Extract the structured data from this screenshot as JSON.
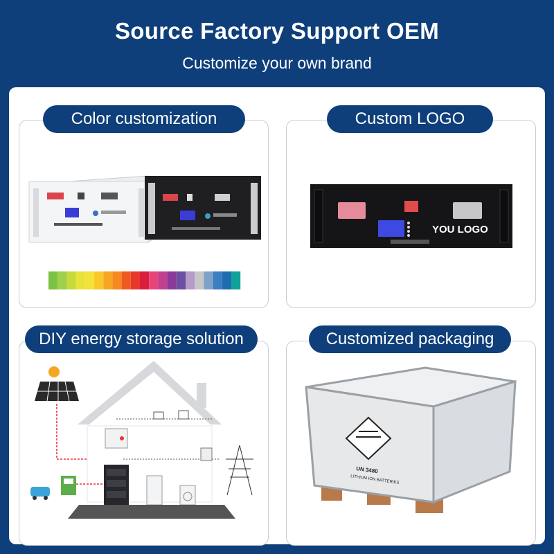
{
  "header": {
    "title": "Source Factory Support OEM",
    "subtitle": "Customize your own brand"
  },
  "cards": {
    "color": {
      "label": "Color customization"
    },
    "logo": {
      "label": "Custom LOGO",
      "logo_text": "YOU LOGO"
    },
    "diy": {
      "label": "DIY energy storage solution"
    },
    "packaging": {
      "label": "Customized packaging",
      "crate_text": "UN 3480",
      "crate_subtext": "LITHIUM ION BATTERIES"
    }
  },
  "swatches": [
    "#7cc243",
    "#9fd04b",
    "#c6da3a",
    "#e8e33a",
    "#f4e23a",
    "#f9c92c",
    "#f7a623",
    "#f6891f",
    "#ef5a23",
    "#e8372c",
    "#d81e3a",
    "#e7457a",
    "#c2418f",
    "#8a3b97",
    "#6b4fa1",
    "#b59bc9",
    "#c7c7c7",
    "#7fa1c9",
    "#3a7fc1",
    "#1d6db0",
    "#10a29a"
  ],
  "colors": {
    "brand_blue": "#0f3f7a",
    "panel_bg": "#ffffff"
  }
}
